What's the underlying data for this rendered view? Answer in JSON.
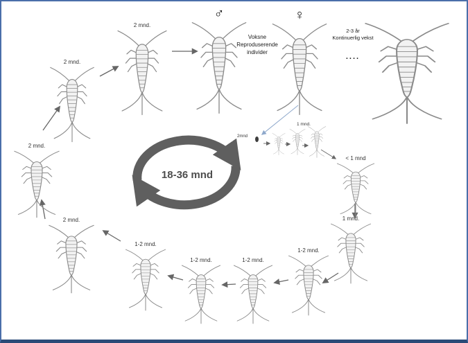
{
  "diagram": {
    "cycle_label": "18-36 mnd",
    "male_symbol": "♂",
    "female_symbol": "♀",
    "adults_caption": {
      "line1": "Voksne",
      "line2": "Reproduserende",
      "line3": "individer"
    },
    "growth_caption": {
      "line1": "2-3 år",
      "line2": "Kontinuerlig vekst"
    },
    "continuation_dots": "....",
    "egg_label": "2mnd",
    "labels": {
      "top_first": "2 mnd.",
      "top_second": "2 mnd.",
      "left_mid": "2 mnd.",
      "hatchling_row": "1 mnd.",
      "right_upper": "< 1 mnd",
      "right_lower": "1 mnd.",
      "bottom_r1": "1-2 mnd.",
      "bottom_r2": "1-2 mnd.",
      "bottom_r3": "1-2 mnd.",
      "bottom_r4": "1-2 mnd.",
      "bottom_left": "2 mnd."
    },
    "colors": {
      "border_blue": "#4a6ea9",
      "border_blue_dark": "#2a4a77",
      "cycle_arrow_gray": "#5f5f5f",
      "connector_gray": "#666666",
      "hatch_arrow_blue": "#8fa9cc",
      "insect_gray": "#8a8a8a",
      "text_dark": "#333333"
    }
  }
}
